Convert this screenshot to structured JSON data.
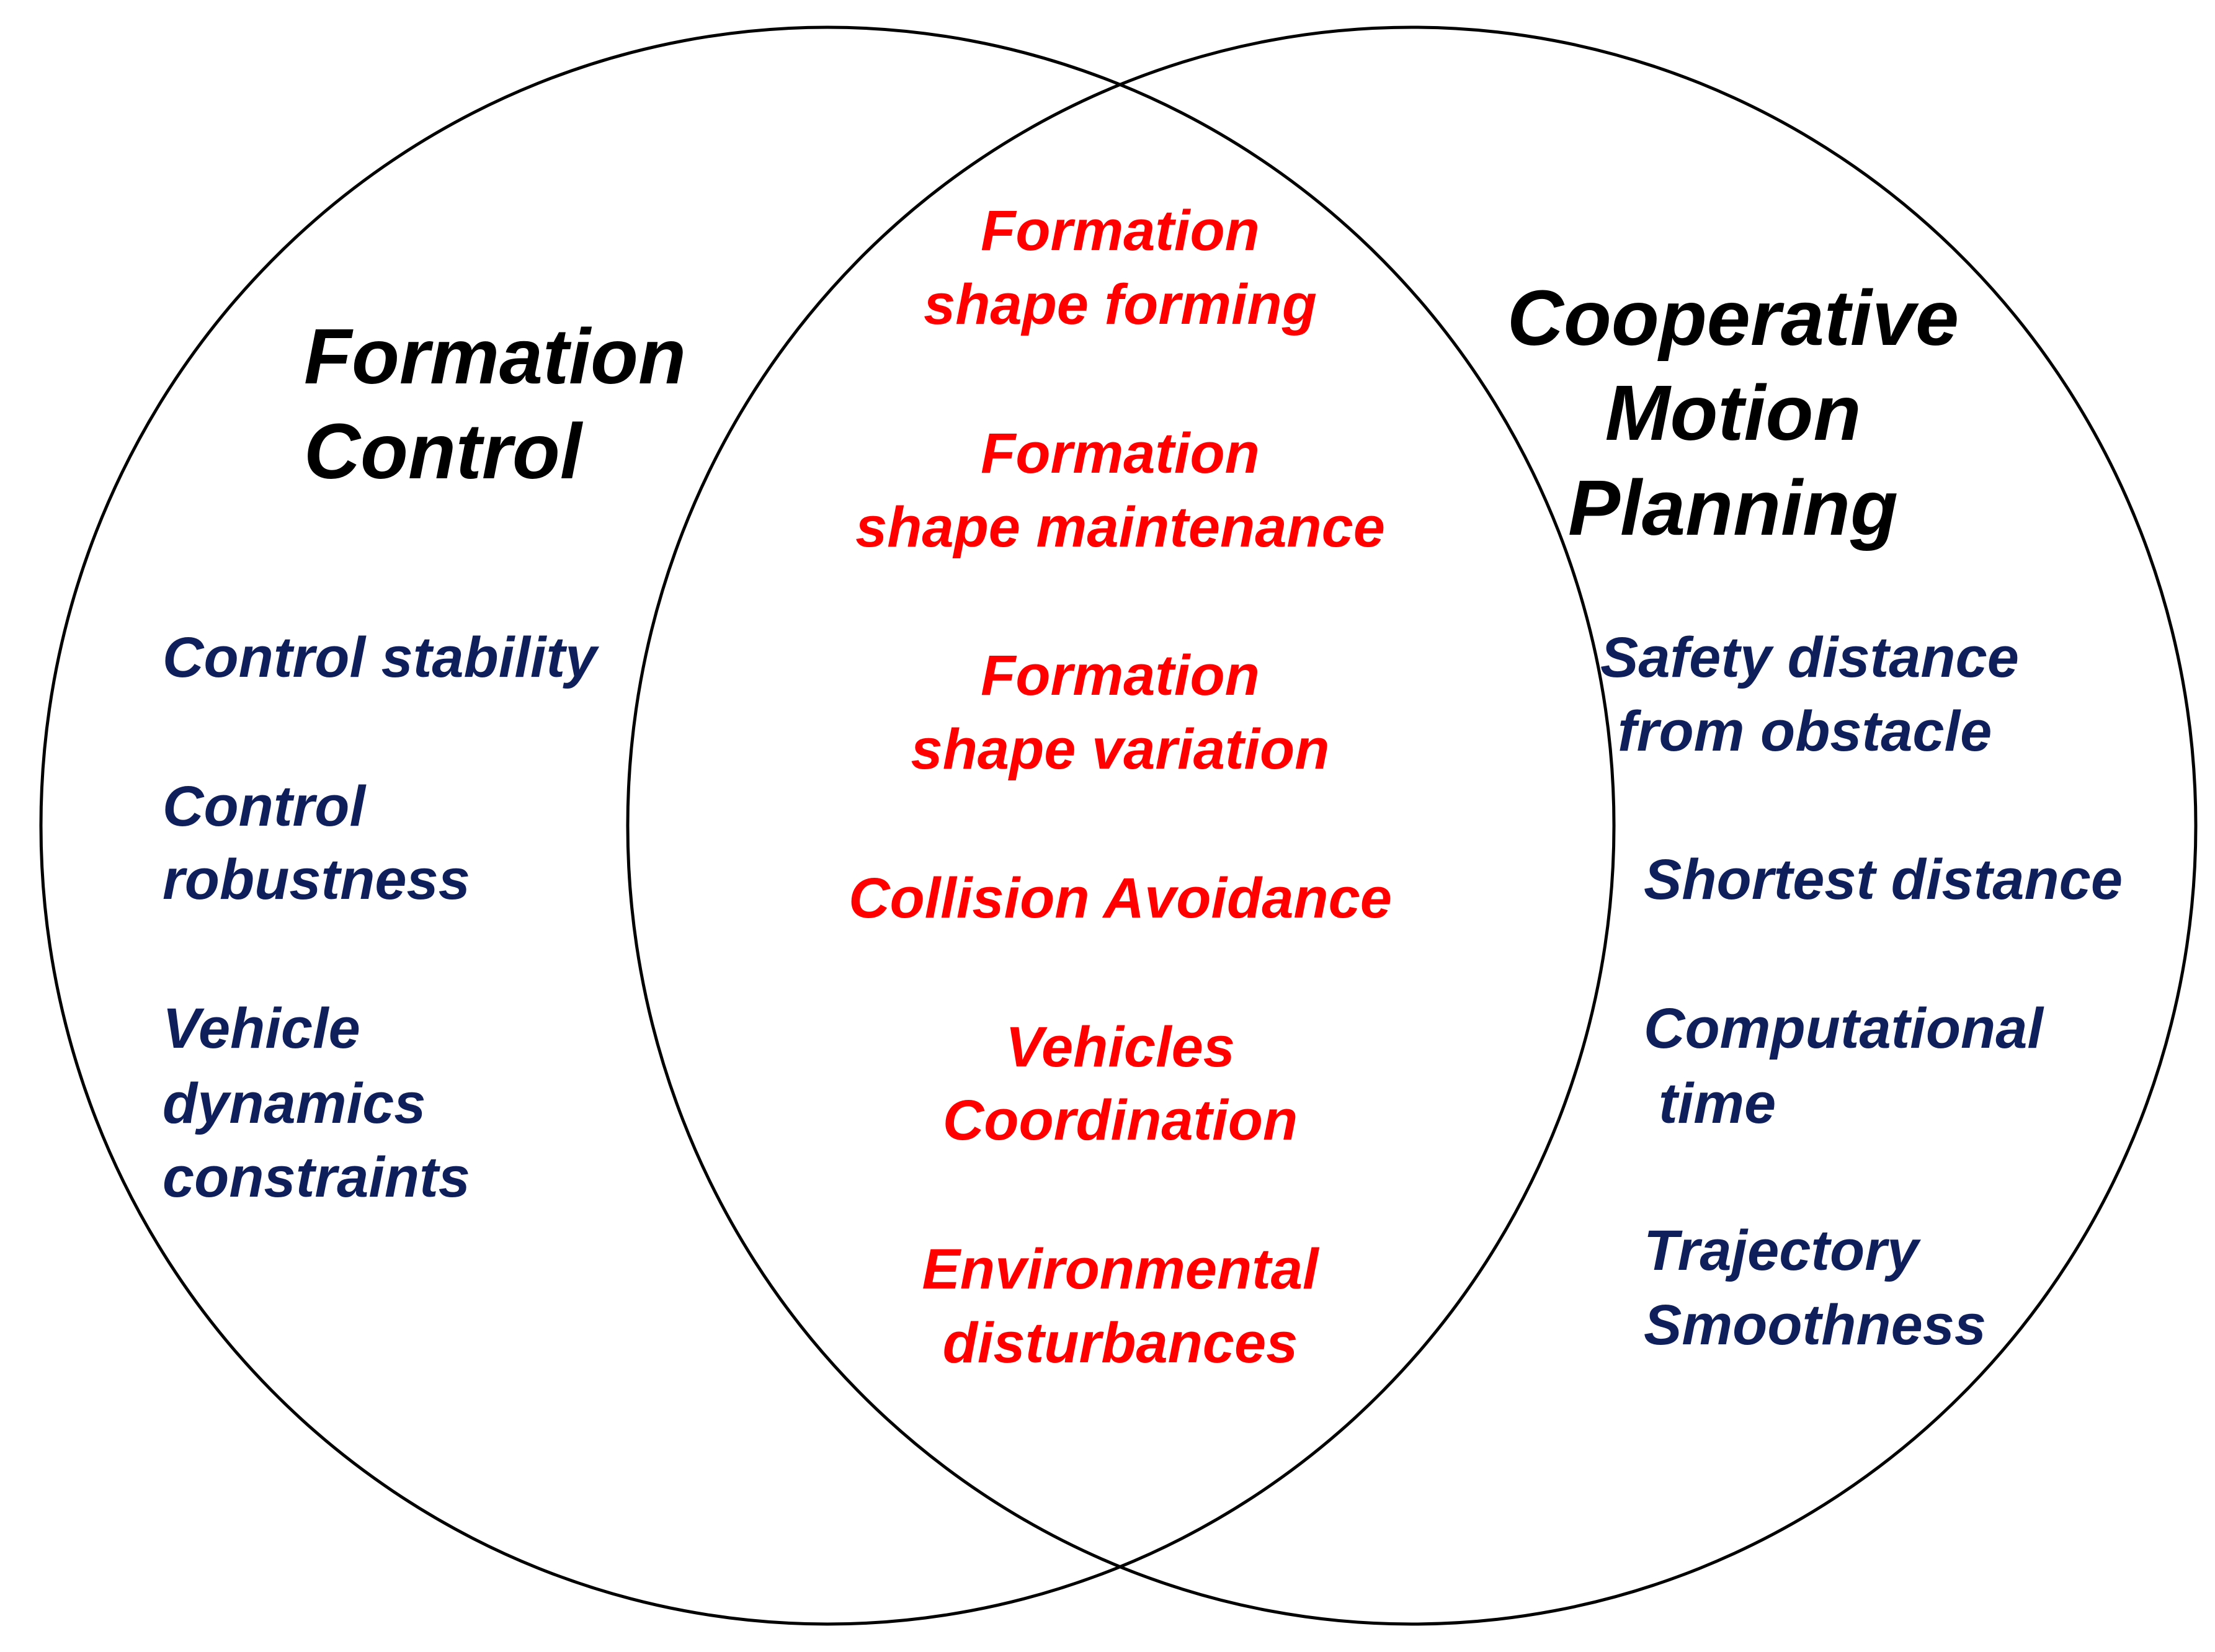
{
  "colors": {
    "left_set": "#0f1f5c",
    "right_set": "#0f1f5c",
    "intersection": "#ff0000",
    "heading": "#000000",
    "circle_stroke": "#000000"
  },
  "left": {
    "title_line1": "Formation",
    "title_line2": "Control",
    "items": [
      {
        "line1": "Control stability"
      },
      {
        "line1": "Control",
        "line2": "robustness"
      },
      {
        "line1": "Vehicle",
        "line2": "dynamics",
        "line3": "constraints"
      }
    ]
  },
  "right": {
    "title_line1": "Cooperative",
    "title_line2": "Motion",
    "title_line3": "Planning",
    "items": [
      {
        "line1": "Safety distance",
        "line2": "from obstacle"
      },
      {
        "line1": "Shortest distance"
      },
      {
        "line1": "Computational",
        "line2": "time"
      },
      {
        "line1": "Trajectory",
        "line2": "Smoothness"
      }
    ]
  },
  "intersection": {
    "items": [
      {
        "line1": "Formation",
        "line2": "shape forming"
      },
      {
        "line1": "Formation",
        "line2": "shape maintenance"
      },
      {
        "line1": "Formation",
        "line2": "shape variation"
      },
      {
        "line1": "Collision Avoidance"
      },
      {
        "line1": "Vehicles",
        "line2": "Coordination"
      },
      {
        "line1": "Environmental",
        "line2": "disturbances"
      }
    ]
  }
}
